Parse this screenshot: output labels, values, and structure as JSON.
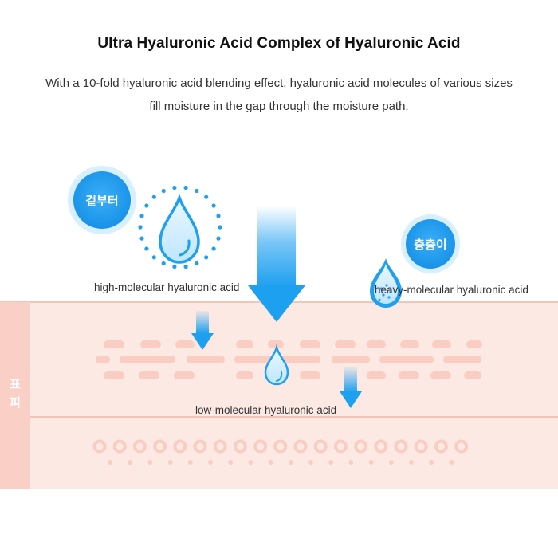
{
  "header": {
    "title": "Ultra Hyaluronic Acid Complex of Hyaluronic Acid",
    "description_line1": "With a 10-fold hyaluronic acid blending effect, hyaluronic acid molecules of various sizes",
    "description_line2": "fill moisture in the gap through the moisture path."
  },
  "diagram": {
    "badge_outer": "겉부터",
    "badge_layered": "층층이",
    "side_label_1": "표",
    "side_label_2": "피",
    "label_high": "high-molecular hyaluronic acid",
    "label_heavy": "heavy-molecular hyaluronic acid",
    "label_low": "low-molecular hyaluronic acid",
    "colors": {
      "accent_blue": "#1ea0f0",
      "skin_fill": "#fde9e4",
      "skin_line": "#f6c3b8",
      "side_bar": "#f9cfc6",
      "cell": "#f9cdc2"
    }
  }
}
